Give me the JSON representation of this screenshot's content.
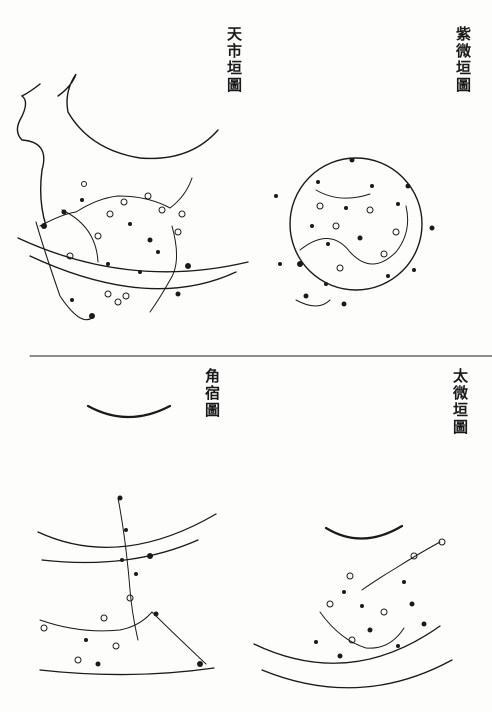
{
  "panels": {
    "tianshi": {
      "title": "天市垣圖"
    },
    "ziwei": {
      "title": "紫微垣圖"
    },
    "jiaosu": {
      "title": "角宿圖"
    },
    "taiwei": {
      "title": "太微垣圖"
    }
  },
  "colors": {
    "ink": "#1a1a1a",
    "paper": "#fdfdfb"
  }
}
